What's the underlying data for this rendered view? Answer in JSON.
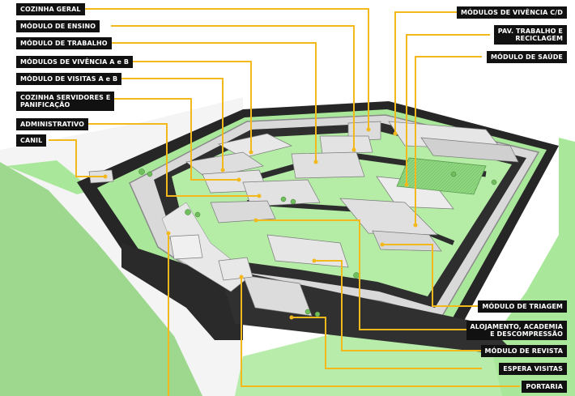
{
  "colors": {
    "callout_box": "#111111",
    "callout_text": "#ffffff",
    "leader_line": "#f2b81c",
    "grass": "#a9e89a",
    "pavement": "#262626",
    "wall": "#c9c9c9",
    "roof": "#e6e6e6"
  },
  "left_labels": [
    {
      "id": "cozinha-geral",
      "lines": [
        "COZINHA GERAL"
      ]
    },
    {
      "id": "modulo-ensino",
      "lines": [
        "MÓDULO DE ENSINO"
      ]
    },
    {
      "id": "modulo-trabalho",
      "lines": [
        "MÓDULO DE TRABALHO"
      ]
    },
    {
      "id": "modulos-vivencia-ab",
      "lines": [
        "MÓDULOS DE VIVÊNCIA A e B"
      ]
    },
    {
      "id": "modulo-visitas-ab",
      "lines": [
        "MÓDULO DE VISITAS A e B"
      ]
    },
    {
      "id": "cozinha-servidores",
      "lines": [
        "COZINHA SERVIDORES E",
        "PANIFICAÇÃO"
      ]
    },
    {
      "id": "administrativo",
      "lines": [
        "ADMINISTRATIVO"
      ]
    },
    {
      "id": "canil",
      "lines": [
        "CANIL"
      ]
    }
  ],
  "right_labels": [
    {
      "id": "modulos-vivencia-cd",
      "lines": [
        "MÓDULOS DE VIVÊNCIA C/D"
      ]
    },
    {
      "id": "pav-trabalho",
      "lines": [
        "PAV. TRABALHO E",
        "RECICLAGEM"
      ]
    },
    {
      "id": "modulo-saude",
      "lines": [
        "MÓDULO DE SAÚDE"
      ]
    },
    {
      "id": "modulo-triagem",
      "lines": [
        "MÓDULO DE TRIAGEM"
      ]
    },
    {
      "id": "alojamento",
      "lines": [
        "ALOJAMENTO, ACADEMIA",
        "E DESCOMPRESSÃO"
      ]
    },
    {
      "id": "modulo-revista",
      "lines": [
        "MÓDULO DE REVISTA"
      ]
    },
    {
      "id": "espera-visitas",
      "lines": [
        "ESPERA VISITAS"
      ]
    },
    {
      "id": "portaria",
      "lines": [
        "PORTARIA"
      ]
    }
  ]
}
